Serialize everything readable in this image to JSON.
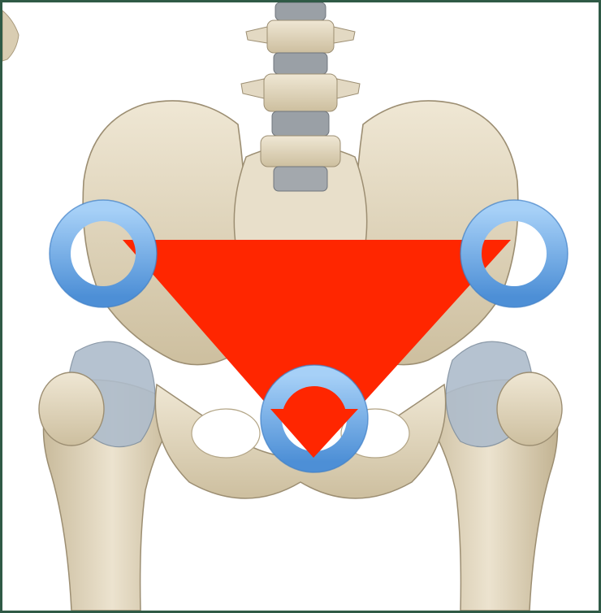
{
  "diagram": {
    "colors": {
      "frame": "#2f5a46",
      "background": "#ffffff",
      "bone": "#e3d9c3",
      "bone_shadow": "#b9ab8f",
      "bone_dark": "#8d806a",
      "disc": "#9aa0a6",
      "ligament": "#a9b8c6",
      "triangle": "#ff2600",
      "ring_light": "#a6d0f7",
      "ring_dark": "#4d8fd6"
    },
    "markers": [
      {
        "name": "left-landmark-ring"
      },
      {
        "name": "right-landmark-ring"
      },
      {
        "name": "bottom-landmark-ring"
      }
    ],
    "overlay_shape": "triangle"
  }
}
